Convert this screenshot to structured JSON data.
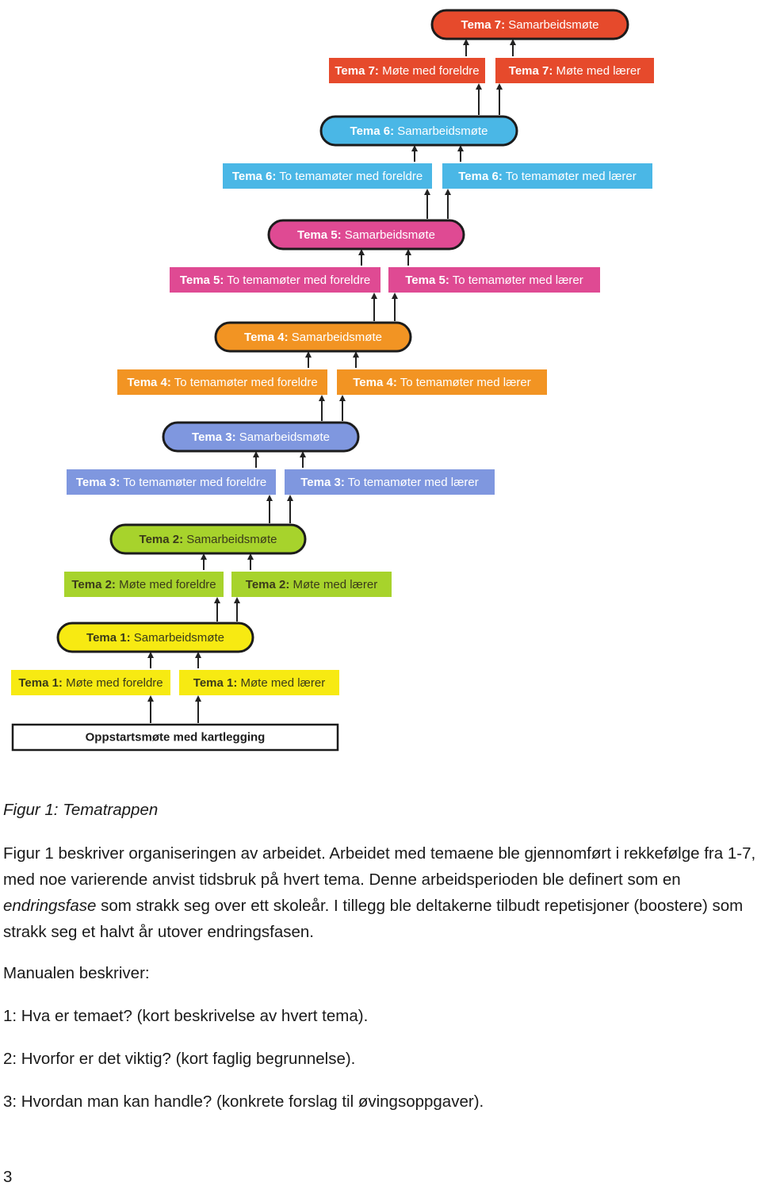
{
  "diagram": {
    "levels": [
      {
        "color": "#e64a2c",
        "meeting": {
          "bold": "Tema 7:",
          "rest": " Samarbeidsmøte"
        },
        "parents": {
          "bold": "Tema 7:",
          "rest": " Møte med foreldre"
        },
        "teachers": {
          "bold": "Tema 7:",
          "rest": " Møte med lærer"
        }
      },
      {
        "color": "#4ab7e6",
        "meeting": {
          "bold": "Tema 6:",
          "rest": " Samarbeidsmøte"
        },
        "parents": {
          "bold": "Tema 6:",
          "rest": " To temamøter med foreldre"
        },
        "teachers": {
          "bold": "Tema 6:",
          "rest": " To temamøter med lærer"
        }
      },
      {
        "color": "#df4a93",
        "meeting": {
          "bold": "Tema 5:",
          "rest": " Samarbeidsmøte"
        },
        "parents": {
          "bold": "Tema 5:",
          "rest": " To temamøter med foreldre"
        },
        "teachers": {
          "bold": "Tema 5:",
          "rest": " To temamøter med lærer"
        }
      },
      {
        "color": "#f29423",
        "meeting": {
          "bold": "Tema 4:",
          "rest": " Samarbeidsmøte"
        },
        "parents": {
          "bold": "Tema 4:",
          "rest": " To temamøter med foreldre"
        },
        "teachers": {
          "bold": "Tema 4:",
          "rest": " To temamøter med lærer"
        }
      },
      {
        "color": "#7f97df",
        "meeting": {
          "bold": "Tema 3:",
          "rest": " Samarbeidsmøte"
        },
        "parents": {
          "bold": "Tema 3:",
          "rest": " To temamøter med foreldre"
        },
        "teachers": {
          "bold": "Tema 3:",
          "rest": " To temamøter med lærer"
        }
      },
      {
        "color": "#a7d32c",
        "meeting": {
          "bold": "Tema 2:",
          "rest": " Samarbeidsmøte"
        },
        "parents": {
          "bold": "Tema 2:",
          "rest": " Møte med foreldre"
        },
        "teachers": {
          "bold": "Tema 2:",
          "rest": " Møte med lærer"
        }
      },
      {
        "color": "#f7ea12",
        "meeting": {
          "bold": "Tema 1:",
          "rest": " Samarbeidsmøte"
        },
        "parents": {
          "bold": "Tema 1:",
          "rest": " Møte med foreldre"
        },
        "teachers": {
          "bold": "Tema 1:",
          "rest": " Møte med lærer"
        }
      }
    ],
    "start": "Oppstartsmøte med kartlegging"
  },
  "caption": "Figur 1: Tematrappen",
  "paragraph": {
    "part1": "Figur 1 beskriver organiseringen av arbeidet. Arbeidet med temaene ble gjennomført i rekkefølge fra 1-7, med noe varierende anvist tidsbruk på hvert tema. Denne arbeidsperioden ble definert som en ",
    "italic": "endringsfase",
    "part2": " som strakk seg over ett skoleår. I tillegg ble deltakerne tilbudt repetisjoner (boostere) som strakk seg et halvt år utover endringsfasen."
  },
  "manual_title": "Manualen beskriver:",
  "items": [
    "1: Hva er temaet? (kort beskrivelse av hvert tema).",
    "2: Hvorfor er det viktig? (kort faglig begrunnelse).",
    "3: Hvordan man kan handle? (konkrete forslag til øvingsoppgaver)."
  ],
  "page_number": "3"
}
